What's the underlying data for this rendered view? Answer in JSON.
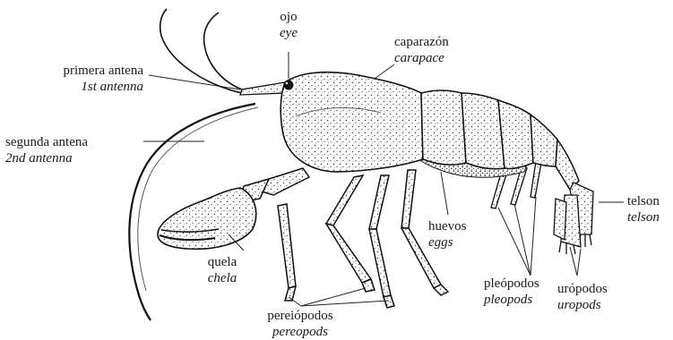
{
  "labels": {
    "ojo": {
      "es": "ojo",
      "en": "eye"
    },
    "caparazon": {
      "es": "caparazón",
      "en": "carapace"
    },
    "primera_antena": {
      "es": "primera antena",
      "en": "1st antenna"
    },
    "segunda_antena": {
      "es": "segunda antena",
      "en": "2nd antenna"
    },
    "telson": {
      "es": "telson",
      "en": "telson"
    },
    "huevos": {
      "es": "huevos",
      "en": "eggs"
    },
    "quela": {
      "es": "quela",
      "en": "chela"
    },
    "pleopodos": {
      "es": "pleópodos",
      "en": "pleopods"
    },
    "uropodos": {
      "es": "urópodos",
      "en": "uropods"
    },
    "pereiopodos": {
      "es": "pereiópodos",
      "en": "pereopods"
    }
  }
}
